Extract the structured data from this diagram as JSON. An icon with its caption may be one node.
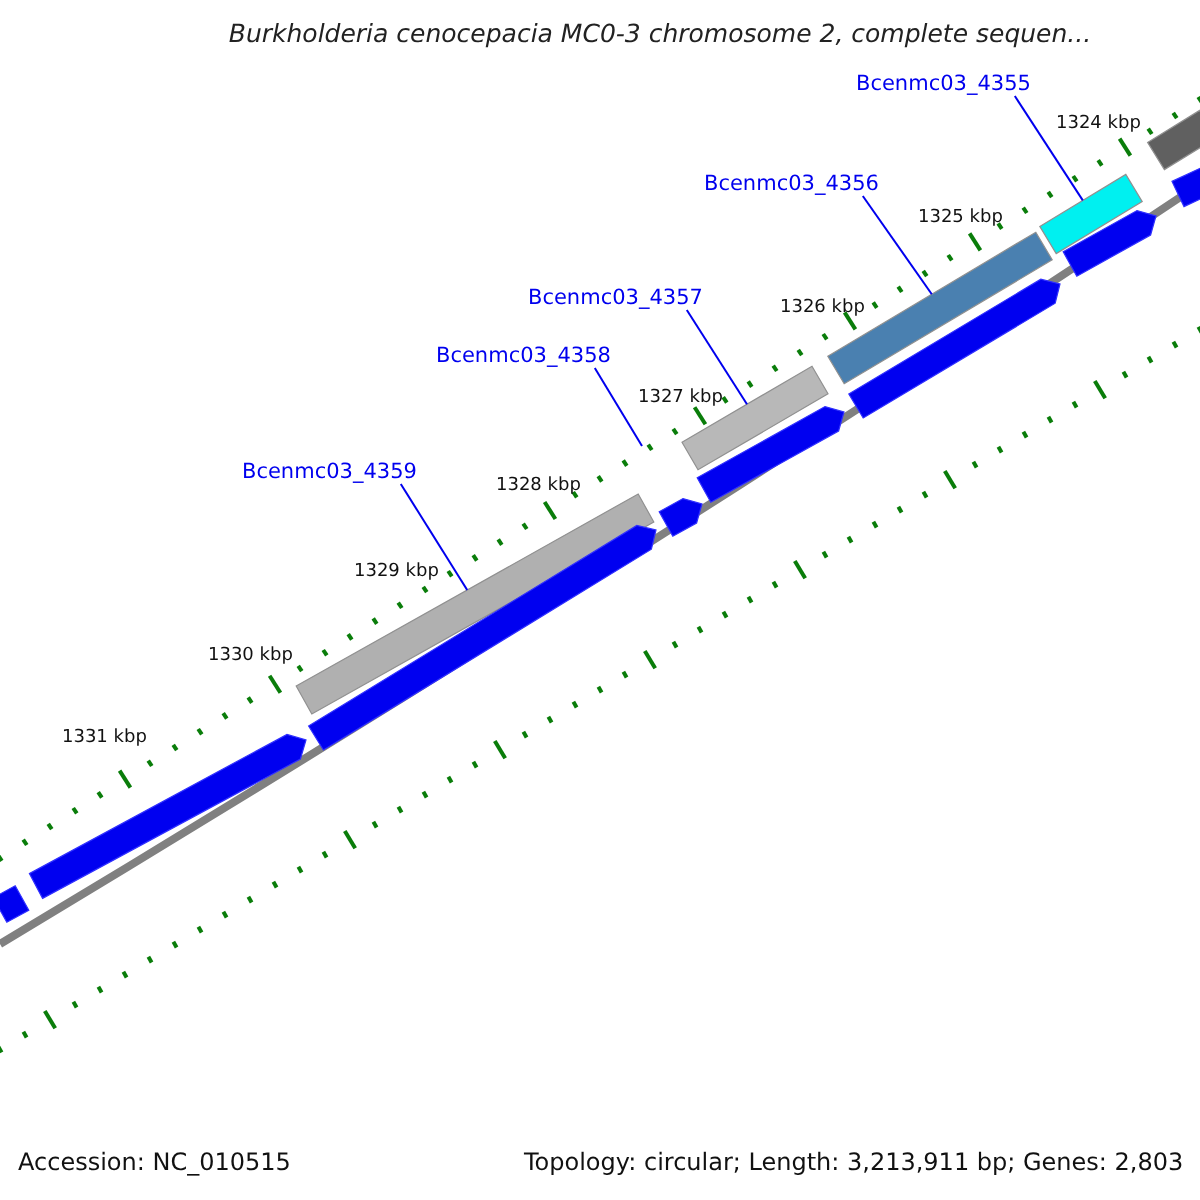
{
  "diagram": {
    "title": "Burkholderia cenocepacia MC0-3 chromosome 2, complete sequen...",
    "nodes": [
      {
        "text": [
          "Bcenmc03_4355"
        ]
      },
      {
        "text": [
          "Bcenmc03_4356"
        ]
      },
      {
        "text": [
          "Bcenmc03_4357"
        ]
      },
      {
        "text": [
          "Bcenmc03_4358"
        ]
      },
      {
        "text": [
          "Bcenmc03_4359"
        ]
      },
      {
        "text": [],
        "shape": "bar"
      },
      {
        "text": [],
        "shape": "bar"
      },
      {
        "text": [],
        "shape": "bar"
      },
      {
        "text": [],
        "shape": "bar"
      },
      {
        "text": [],
        "shape": "bar"
      },
      {
        "text": [],
        "shape": "bar"
      },
      {
        "text": [],
        "shape": "bar"
      },
      {
        "text": [],
        "shape": "bar"
      },
      {
        "text": [],
        "shape": "bar"
      },
      {
        "text": [],
        "shape": "bar"
      },
      {
        "text": [],
        "shape": "bar"
      },
      {
        "text": [],
        "shape": "bar"
      },
      {
        "text": [],
        "shape": "bar"
      }
    ],
    "edges": [
      {
        "from": 0,
        "to": 5,
        "arrow": "none"
      },
      {
        "from": 1,
        "to": 6,
        "arrow": "none"
      },
      {
        "from": 2,
        "to": 7,
        "arrow": "none"
      },
      {
        "from": 3,
        "to": null,
        "arrow": "none"
      },
      {
        "from": 4,
        "to": 8,
        "arrow": "none"
      }
    ],
    "labels": [
      "1324 kbp",
      "1325 kbp",
      "1326 kbp",
      "1327 kbp",
      "1328 kbp",
      "1329 kbp",
      "1330 kbp",
      "1331 kbp",
      "Accession: NC_010515",
      "Topology: circular; Length: 3,213,911 bp; Genes: 2,803"
    ]
  }
}
